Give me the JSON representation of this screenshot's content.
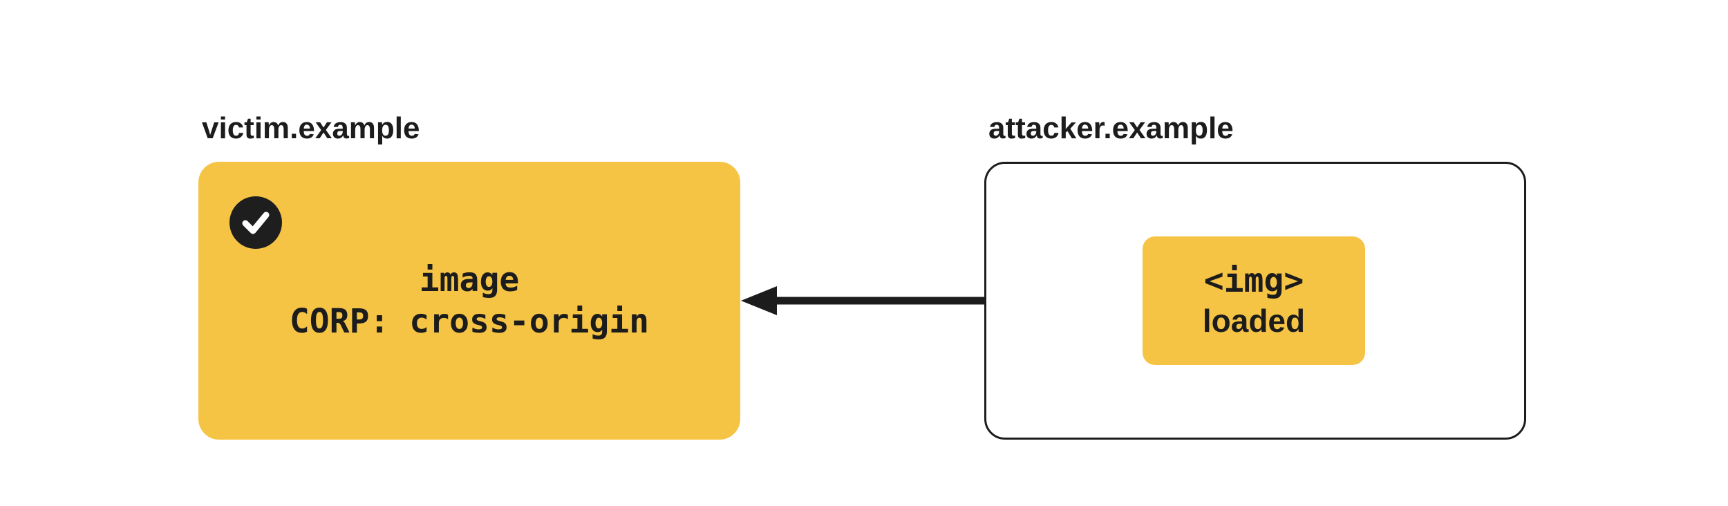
{
  "diagram": {
    "victim": {
      "domain": "victim.example",
      "card_lines": [
        "image",
        "CORP: cross-origin"
      ],
      "status_icon": "check-icon"
    },
    "attacker": {
      "domain": "attacker.example",
      "chip_lines": [
        "<img>",
        "loaded"
      ]
    },
    "arrow": {
      "direction": "left",
      "meaning": "request from attacker.example img element to victim.example image"
    },
    "colors": {
      "accent_yellow": "#F6C445",
      "ink": "#1C1C1C",
      "background": "#FFFFFF",
      "badge_black": "#1E1E1E",
      "check_white": "#FFFFFF"
    }
  }
}
